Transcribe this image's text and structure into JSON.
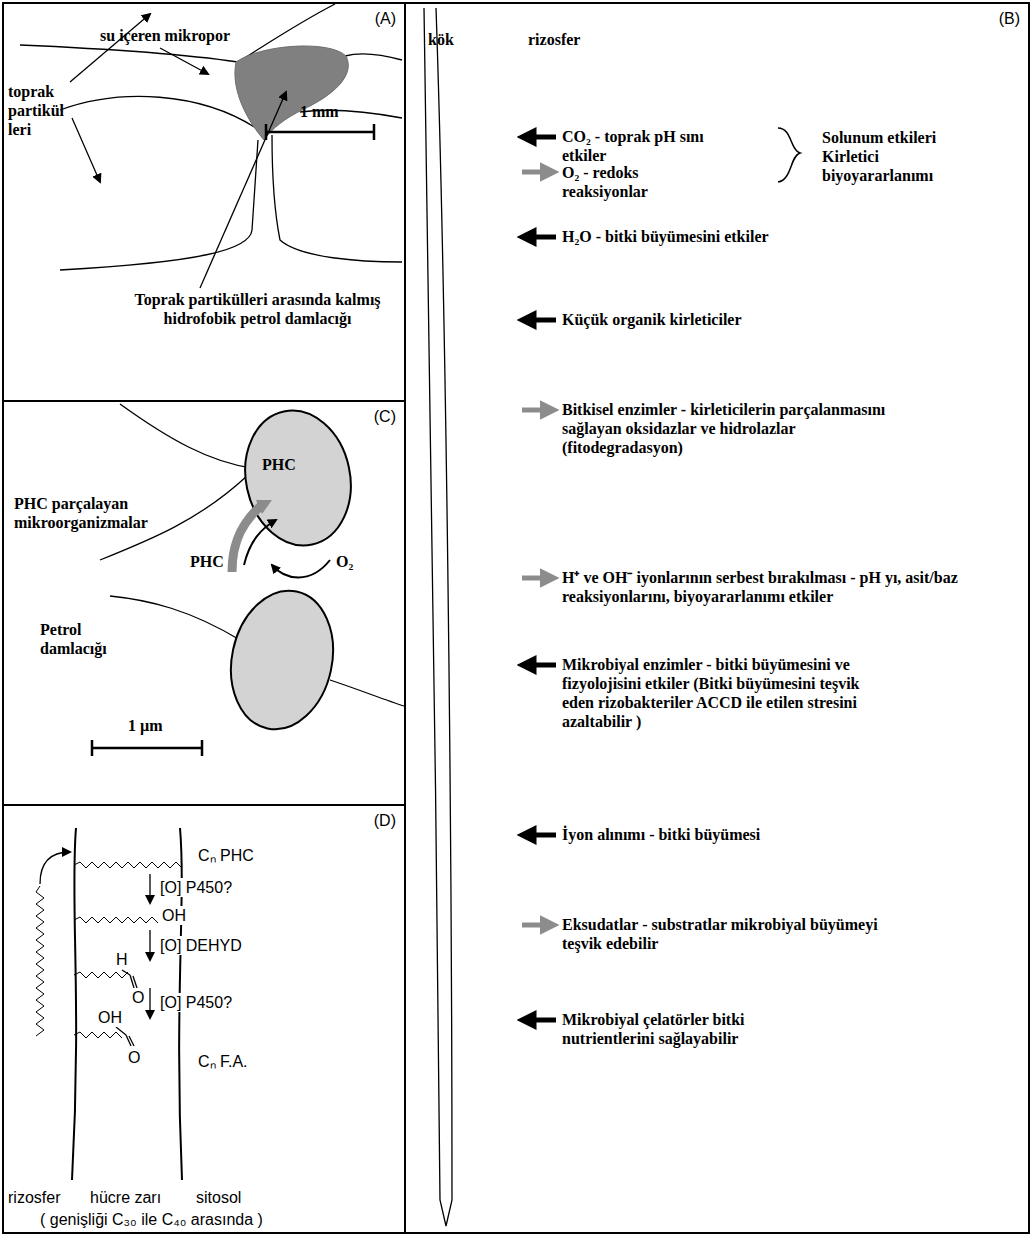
{
  "diagram": {
    "nodes": [
      {
        "text": [
          "(A)"
        ]
      },
      {
        "text": [
          "(B)"
        ]
      },
      {
        "text": [
          "(C)"
        ]
      },
      {
        "text": [
          "(D)"
        ]
      }
    ],
    "labels": [
      "toprak partikül leri",
      "su içeren mikropor",
      "1 mm",
      "Toprak partikülleri arasında kalmış hidrofobik petrol damlacığı",
      "kök",
      "rizosfer",
      "CO₂ - toprak pH sını etkiler",
      "O₂ - redoks reaksiyonlar",
      "Solunum etkileri Kirletici biyoyararlanımı",
      "H₂O - bitki büyümesini etkiler",
      "Küçük organik kirleticiler",
      "Bitkisel enzimler - kirleticilerin parçalanmasını sağlayan oksidazlar ve hidrolazlar (fitodegradasyon)",
      "H⁺ ve OH⁻ iyonlarının serbest bırakılması - pH yı, asit/baz reaksiyonlarını, biyoyararlanımı etkiler",
      "Mikrobiyal enzimler - bitki büyümesini ve fizyolojisini etkiler (Bitki büyümesini teşvik eden rizobakteriler ACCD ile etilen stresini azaltabilir )",
      "İyon alınımı - bitki büyümesi",
      "Eksudatlar - substratlar mikrobiyal büyümeyi teşvik edebilir",
      "Mikrobiyal çelatörler bitki nutrientlerini sağlayabilir",
      "PHC parçalayan mikroorganizmalar",
      "PHC",
      "PHC",
      "O₂",
      "Petrol damlacığı",
      "1 µm",
      "Cₙ PHC",
      "[O] P450?",
      "OH",
      "[O] DEHYD",
      "H",
      "O",
      "[O] P450?",
      "OH",
      "O",
      "Cₙ F.A.",
      "rizosfer",
      "hücre zarı",
      "sitosol",
      "( genişliği C₃₀ ile C₄₀ arasında )"
    ]
  }
}
